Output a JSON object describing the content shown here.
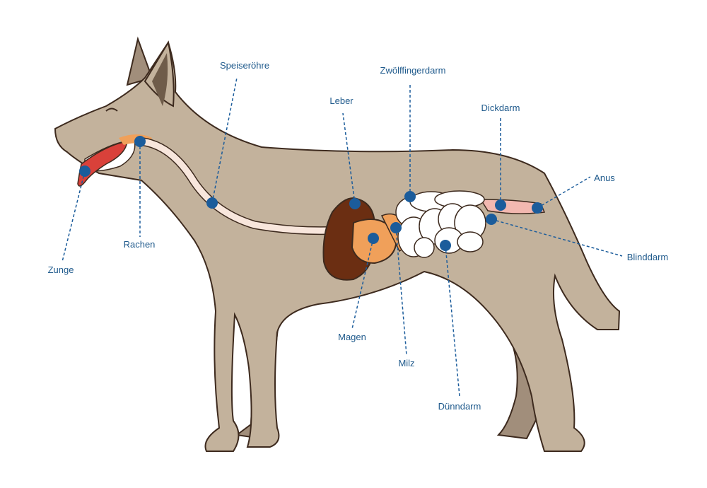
{
  "title": "Verdauungssystem des Hundes",
  "colors": {
    "fur": "#c3b29c",
    "fur_far": "#a18e7b",
    "outline": "#3d2a1e",
    "marker": "#1b5c9b",
    "label": "#1f5a8c",
    "liver": "#6b2e12",
    "stomach": "#f0a05a",
    "intestine": "#ffffff",
    "colon": "#f2b8b0",
    "tongue": "#d9413a"
  },
  "labels": {
    "speiseroehre": "Speiseröhre",
    "zwoelffingerdarm": "Zwölffingerdarm",
    "leber": "Leber",
    "dickdarm": "Dickdarm",
    "anus": "Anus",
    "blinddarm": "Blinddarm",
    "zunge": "Zunge",
    "rachen": "Rachen",
    "magen": "Magen",
    "milz": "Milz",
    "duenndarm": "Dünndarm"
  }
}
